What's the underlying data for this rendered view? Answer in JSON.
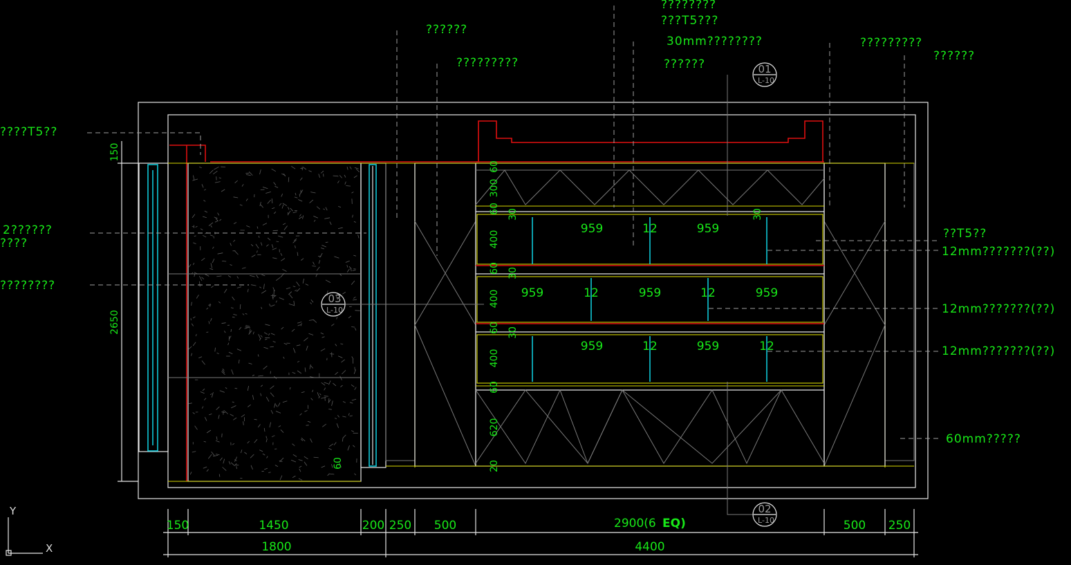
{
  "callouts": {
    "a1": "????????",
    "a2": "???T5???",
    "a3": "30mm????????",
    "a4": "??????",
    "b1": "??????",
    "b2": "?????????",
    "c1": "?????????",
    "c2": "??????",
    "left1": "????T5??",
    "left2": "2??????",
    "left3": "????",
    "left4": "????????",
    "right1": "??T5??",
    "right2": "12mm???????(??)",
    "right3": "12mm???????(??)",
    "right4": "12mm???????(??)",
    "right5": "60mm?????"
  },
  "section_tags": {
    "t01": "01",
    "t01_ref": "L-10",
    "t02": "02",
    "t02_ref": "L-10",
    "t03": "03",
    "t03_ref": "L-10"
  },
  "dims_bottom_row1": [
    "150",
    "1450",
    "200",
    "250",
    "500",
    "2900(6",
    "EQ)",
    "500",
    "250"
  ],
  "dims_bottom_row2": [
    "1800",
    "4400"
  ],
  "dims_left": [
    "150",
    "2650",
    "60"
  ],
  "dims_vertical_inner": [
    "60",
    "300",
    "60",
    "30",
    "400",
    "60",
    "30",
    "400",
    "60",
    "30",
    "400",
    "60",
    "620",
    "20",
    "30"
  ],
  "shelf_widths": {
    "row1": [
      "959",
      "12",
      "959"
    ],
    "row2": [
      "959",
      "12",
      "959",
      "12",
      "959"
    ],
    "row3": [
      "959",
      "12",
      "959",
      "12"
    ]
  },
  "ucs": {
    "y": "Y",
    "x": "X"
  }
}
